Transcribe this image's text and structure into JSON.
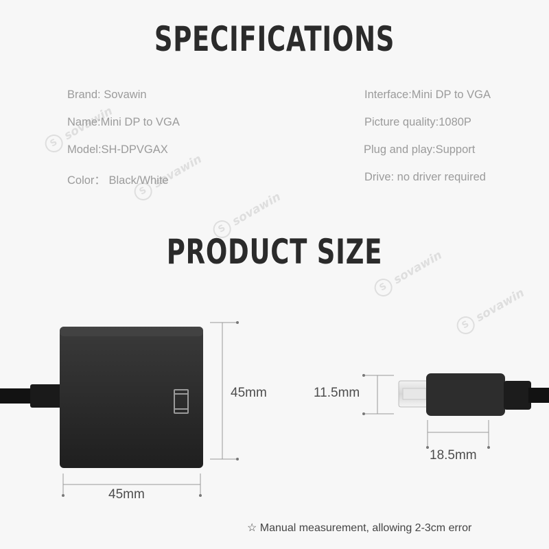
{
  "headings": {
    "specifications": "SPECIFICATIONS",
    "product_size": "PRODUCT SIZE"
  },
  "specs": {
    "left": [
      "Brand: Sovawin",
      "Name:Mini DP to VGA",
      "Model:SH-DPVGAX",
      "Color： Black/White"
    ],
    "right": [
      "Interface:Mini DP to VGA",
      "Picture quality:1080P",
      "Plug and play:Support",
      "Drive: no driver required"
    ]
  },
  "watermark": {
    "logo": "S",
    "brand": "sovawin"
  },
  "dimensions": {
    "adapter_height": "45mm",
    "adapter_width": "45mm",
    "plug_height": "11.5mm",
    "plug_width": "18.5mm"
  },
  "note": "☆ Manual measurement, allowing 2-3cm error",
  "colors": {
    "background": "#f7f7f7",
    "heading": "#2b2b2b",
    "spec_text": "#9b9b9b",
    "device_body": "#2e2e2e",
    "cable": "#111111"
  }
}
